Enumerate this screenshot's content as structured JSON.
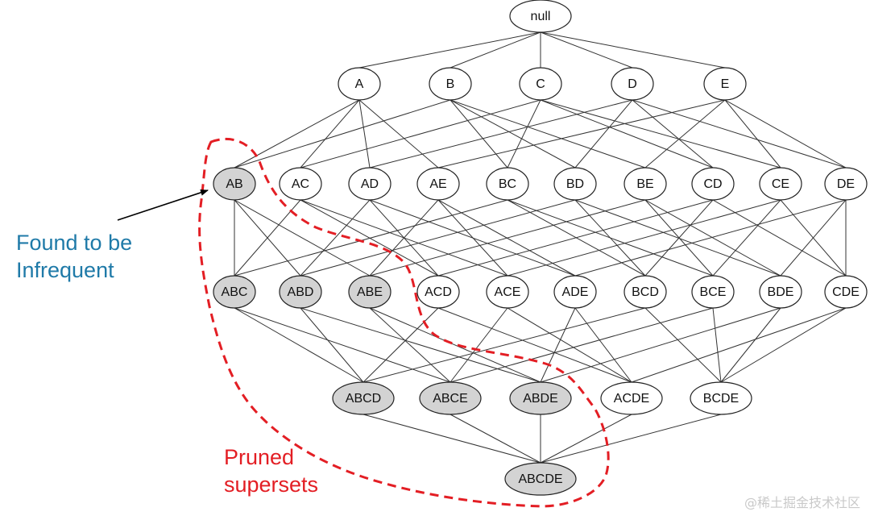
{
  "levels": [
    [
      "null"
    ],
    [
      "A",
      "B",
      "C",
      "D",
      "E"
    ],
    [
      "AB",
      "AC",
      "AD",
      "AE",
      "BC",
      "BD",
      "BE",
      "CD",
      "CE",
      "DE"
    ],
    [
      "ABC",
      "ABD",
      "ABE",
      "ACD",
      "ACE",
      "ADE",
      "BCD",
      "BCE",
      "BDE",
      "CDE"
    ],
    [
      "ABCD",
      "ABCE",
      "ABDE",
      "ACDE",
      "BCDE"
    ],
    [
      "ABCDE"
    ]
  ],
  "pruned_nodes": [
    "AB",
    "ABC",
    "ABD",
    "ABE",
    "ABCD",
    "ABCE",
    "ABDE",
    "ABCDE"
  ],
  "annotations": {
    "found_line1": "Found to be",
    "found_line2": "Infrequent",
    "pruned_line1": "Pruned",
    "pruned_line2": "supersets"
  },
  "watermark": "@稀土掘金技术社区",
  "colors": {
    "pruned_fill": "#d3d3d3",
    "node_fill": "#ffffff",
    "found_text": "#1f7aa8",
    "pruned_text": "#e31e24",
    "boundary": "#e31e24",
    "arrow": "#000000"
  }
}
